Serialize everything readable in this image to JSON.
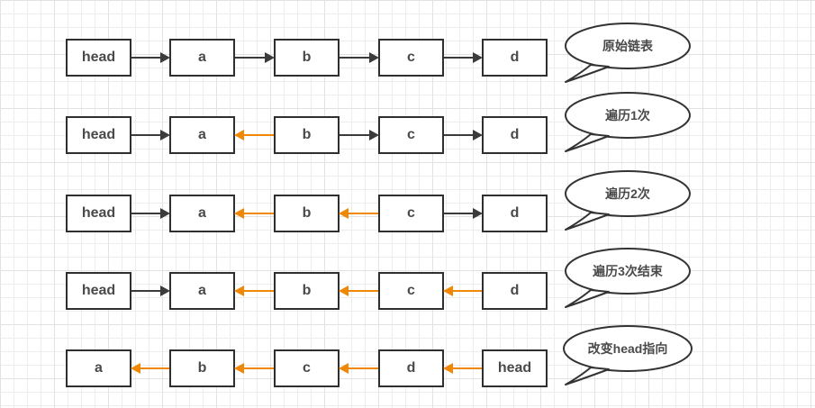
{
  "colors": {
    "box_border": "#2f2f2f",
    "box_text": "#4a4a4a",
    "arrow_forward": "#3b3b3b",
    "arrow_reverse": "#f08705",
    "bubble_border": "#333333",
    "grid_minor": "#ededed",
    "grid_major": "#e2e2e2"
  },
  "rows": [
    {
      "nodes": [
        "head",
        "a",
        "b",
        "c",
        "d"
      ],
      "links": [
        "forward-black",
        "forward-black",
        "forward-black",
        "forward-black"
      ],
      "bubble": "原始链表"
    },
    {
      "nodes": [
        "head",
        "a",
        "b",
        "c",
        "d"
      ],
      "links": [
        "forward-black",
        "reverse-orange",
        "forward-black",
        "forward-black"
      ],
      "bubble": "遍历1次"
    },
    {
      "nodes": [
        "head",
        "a",
        "b",
        "c",
        "d"
      ],
      "links": [
        "forward-black",
        "reverse-orange",
        "reverse-orange",
        "forward-black"
      ],
      "bubble": "遍历2次"
    },
    {
      "nodes": [
        "head",
        "a",
        "b",
        "c",
        "d"
      ],
      "links": [
        "forward-black",
        "reverse-orange",
        "reverse-orange",
        "reverse-orange"
      ],
      "bubble": "遍历3次结束"
    },
    {
      "nodes": [
        "a",
        "b",
        "c",
        "d",
        "head"
      ],
      "links": [
        "reverse-orange",
        "reverse-orange",
        "reverse-orange",
        "reverse-orange"
      ],
      "bubble": "改变head指向"
    }
  ]
}
